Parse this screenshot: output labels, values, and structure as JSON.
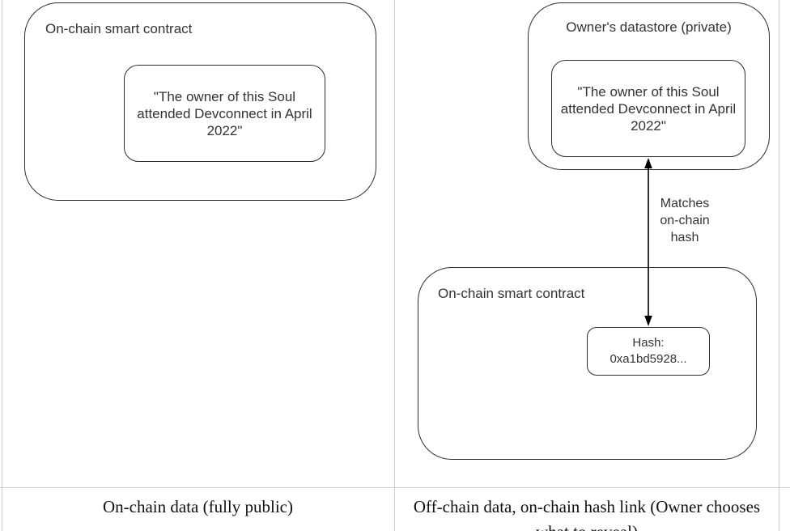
{
  "diagram": {
    "left_panel": {
      "label": "On-chain smart contract",
      "claim": "\"The owner of this Soul attended Devconnect in April 2022\""
    },
    "right_panel": {
      "datastore_label": "Owner's datastore (private)",
      "claim": "\"The owner of this Soul attended Devconnect in April 2022\"",
      "arrow_label": "Matches on-chain hash",
      "contract_label": "On-chain smart contract",
      "hash_value": "Hash: 0xa1bd5928..."
    }
  },
  "captions": {
    "left": "On-chain data (fully public)",
    "right": "Off-chain data, on-chain hash link (Owner chooses what to reveal)"
  },
  "colors": {
    "stroke": "#2e2e2e",
    "grid_line": "#cccccc",
    "diagram_text": "#333333",
    "caption_text": "#111111"
  }
}
